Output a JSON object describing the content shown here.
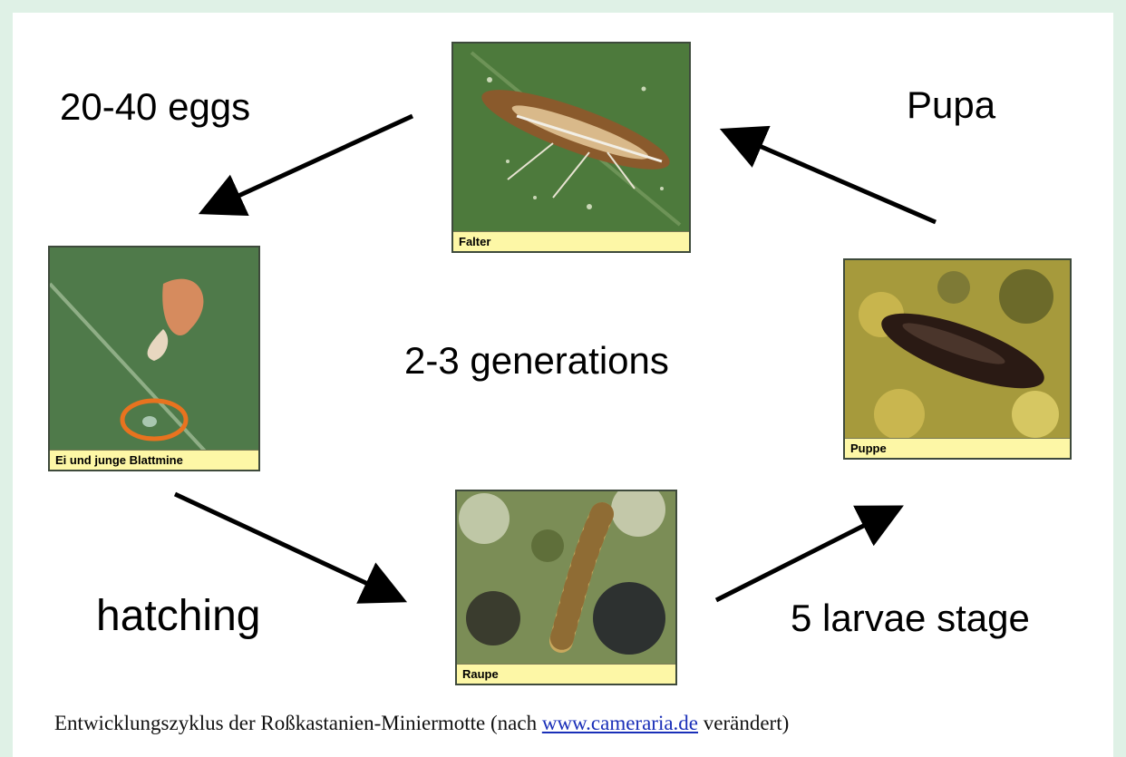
{
  "labels": {
    "eggs": "20-40 eggs",
    "pupa": "Pupa",
    "generations": "2-3 generations",
    "hatching": "hatching",
    "larvae": "5 larvae stage"
  },
  "photos": {
    "moth": {
      "caption": "Falter",
      "icon": "moth-photo"
    },
    "egg": {
      "caption": "Ei und junge Blattmine",
      "icon": "egg-leaf-photo"
    },
    "pupa": {
      "caption": "Puppe",
      "icon": "pupa-photo"
    },
    "larva": {
      "caption": "Raupe",
      "icon": "larva-photo"
    }
  },
  "footer": {
    "before": "Entwicklungszyklus der Roßkastanien-Miniermotte (nach ",
    "link": "www.cameraria.de",
    "after": " verändert)"
  },
  "colors": {
    "background": "#dff1e6",
    "caption_bar": "#fdf7a6",
    "leaf_green": "#4f7a3a",
    "egg_circle": "#e8731f",
    "link": "#1a2fb8"
  }
}
